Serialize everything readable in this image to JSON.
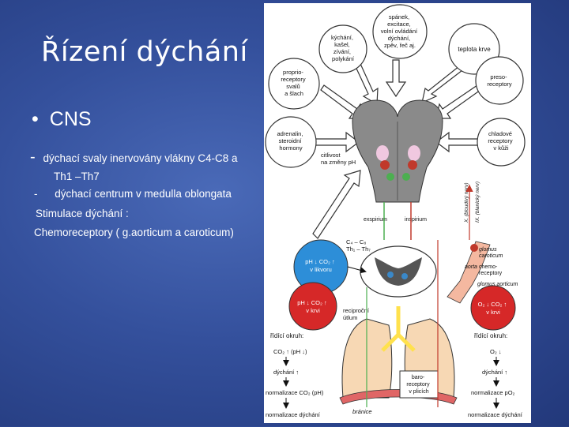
{
  "slide": {
    "title": "Řízení dýchání",
    "bullet": "CNS",
    "dash1": "-",
    "line1": "dýchací svaly inervovány vlákny C4-C8 a",
    "line2": "Th1 –Th7",
    "dash2": "-",
    "line3": "dýchací centrum v medulla oblongata",
    "line4": "Stimulace dýchání :",
    "line5": "Chemoreceptory ( g.aorticum a caroticum)"
  },
  "diagram": {
    "circle_top_center": [
      "spánek,",
      "excitace,",
      "volní ovládání",
      "dýchání,",
      "zpěv, řeč aj."
    ],
    "circle_top_left": [
      "kýchání,",
      "kašel,",
      "zívání,",
      "polykání"
    ],
    "circle_top_right": "teplota krve",
    "circle_proprio": [
      "proprio-",
      "receptory",
      "svalů",
      "a šlach"
    ],
    "circle_preso": [
      "preso-",
      "receptory"
    ],
    "circle_adrenalin": [
      "adrenalin,",
      "steroidní",
      "hormony"
    ],
    "circle_cold": [
      "chladové",
      "receptory",
      "v kůži"
    ],
    "sensitivity": [
      "citlivost",
      "na změny pH"
    ],
    "nerve_x": "X. (bloudivý nerv)",
    "nerve_ix": "IX. (blanický nerv)",
    "exspirium": "exspirium",
    "inspirium": "inspirium",
    "spinal": [
      "C₄ – C₈",
      "Th₁ – Th₇"
    ],
    "csf_circle": [
      "pH ↓ CO₂ ↑",
      "v likvoru"
    ],
    "blood_circle_left": [
      "pH ↓ CO₂ ↑",
      "v krvi"
    ],
    "blood_circle_right": [
      "O₂ ↓ CO₂ ↑",
      "v krvi"
    ],
    "glomus_caroticum": [
      "glomus",
      "caroticum"
    ],
    "chemo": [
      "chemo-",
      "receptory"
    ],
    "aorta": "aorta",
    "glomus_aorticum": "glomus aorticum",
    "reciprocal": [
      "reciproční",
      "útlum"
    ],
    "left_loop": [
      "řídící okruh:",
      "CO₂ ↑ (pH ↓)",
      "dýchání ↑",
      "normalizace CO₂ (pH)",
      "normalizace dýchání"
    ],
    "right_loop": [
      "řídící okruh:",
      "O₂ ↓",
      "dýchání ↑",
      "normalizace pO₂",
      "normalizace dýchání"
    ],
    "baro": [
      "baro-",
      "receptory",
      "v plicích"
    ],
    "branice": "bránice"
  }
}
